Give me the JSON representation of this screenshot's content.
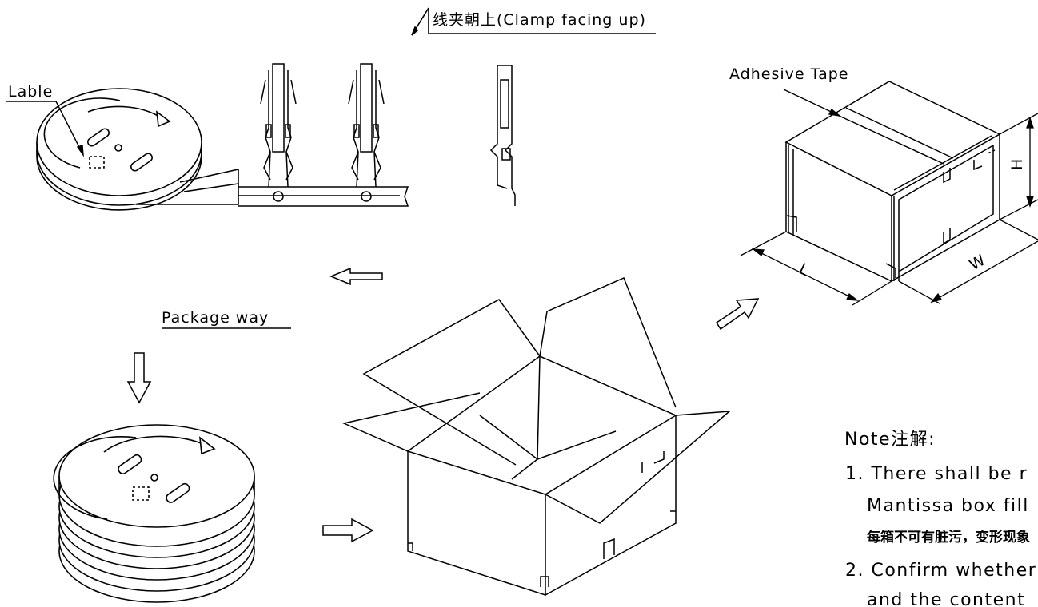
{
  "labels": {
    "clamp": "线夹朝上(Clamp facing up)",
    "lable": "Lable",
    "adhesive_tape": "Adhesive Tape",
    "package_way": "Package way",
    "dim_h": "H",
    "dim_l": "L",
    "dim_w": "W"
  },
  "note": {
    "title": "Note注解:",
    "line1": "1. There shall be r",
    "line2": "Mantissa box fill",
    "line3": "每箱不可有脏污，变形现象",
    "line4": "2. Confirm whether",
    "line5": "and the content"
  }
}
